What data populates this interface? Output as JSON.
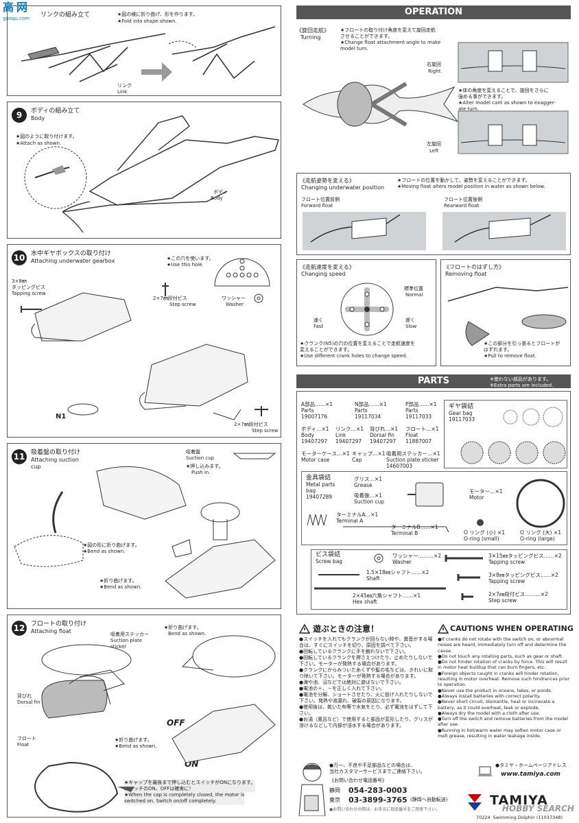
{
  "logo_top": {
    "line1": "高",
    "line2": "网",
    "site": "gaoqu.com"
  },
  "step8": {
    "title": "リンクの組み立て",
    "note_jp": "★図の様に折り曲げ、形を作ります。",
    "note_en": "★Fold into shape shown.",
    "label_link_jp": "リンク",
    "label_link_en": "Link"
  },
  "step9": {
    "num": "9",
    "title_jp": "ボディの組み立て",
    "title_en": "Body",
    "note_jp": "★図のように取り付けます。",
    "note_en": "★Attach as shown.",
    "label_jp": "ボディ",
    "label_en": "Body"
  },
  "step10": {
    "num": "10",
    "title_jp": "水中ギヤボックスの取り付け",
    "title_en": "Attaching underwater gearbox",
    "hole_jp": "★この穴を使います。",
    "hole_en": "★Use this hole.",
    "tap_jp": "3×8㎜\nタッピングビス",
    "tap_en": "Tapping screw",
    "step_jp": "2×7㎜段付ビス",
    "step_en": "Step screw",
    "washer_jp": "ワッシャー",
    "washer_en": "Washer",
    "n1": "N1",
    "step2_jp": "2×7㎜段付ビス",
    "step2_en": "Step screw"
  },
  "step11": {
    "num": "11",
    "title_jp": "吸着盤の取り付け",
    "title_en": "Attaching suction\ncup",
    "cup_jp": "吸着盤",
    "cup_en": "Suction cup",
    "push_jp": "★押し込みます。",
    "push_en": "Push in.",
    "bend_jp": "★図の形に折り曲げます。",
    "bend_en": "★Bend as shown.",
    "bend2_jp": "★折り曲げます。",
    "bend2_en": "★Bend as shown."
  },
  "step12": {
    "num": "12",
    "title_jp": "フロートの取り付け",
    "title_en": "Attaching float",
    "sticker_jp": "吸着用ステッカー",
    "sticker_en": "Suction plate\nsticker",
    "fin_jp": "背びれ",
    "fin_en": "Dorsal fin",
    "float_jp": "フロート",
    "float_en": "Float",
    "bend_jp": "★折り曲げます。",
    "bend_en": "Bend as shown.",
    "bend2_jp": "★折り曲げます。",
    "bend2_en": "★Bend as shown.",
    "off": "OFF",
    "on": "ON",
    "note_jp": "★キャップを最後まで押し込むとスイッチがONになります。\nスイッチのON、OFFは確実に！",
    "note_en": "★When the cap is completely closed, the motor is\nswitched on. Switch on/off completely."
  },
  "operation": {
    "header": "OPERATION",
    "turning_jp": "《旋回走航》",
    "turning_en": "Turning",
    "turning_note_jp": "★フロートの取り付け角度を変えて旋回走航\nさせることができます。",
    "turning_note_en": "★Change float attachment angle to make\nmodel turn.",
    "right_jp": "右旋回",
    "right_en": "Right",
    "left_jp": "左旋回",
    "left_en": "Left",
    "cant_jp": "★体の角度を変えることで、旋回をさらに\n強める事ができます。",
    "cant_en": "★Alter model cant as shown to exagger-\nate turn.",
    "pos_jp": "《走航姿勢を変える》",
    "pos_en": "Changing underwater position",
    "pos_note_jp": "★フロートの位置を動かして、姿勢を変えることができます。",
    "pos_note_en": "★Moving float alters model position in water as shown below.",
    "fwd_jp": "フロート位置前側",
    "fwd_en": "Forward float",
    "rear_jp": "フロート位置後側",
    "rear_en": "Rearward float",
    "speed_jp": "《走航速度を変える》",
    "speed_en": "Changing speed",
    "normal_jp": "標準位置",
    "normal_en": "Normal",
    "fast_jp": "速く",
    "fast_en": "Fast",
    "slow_jp": "遅く",
    "slow_en": "Slow",
    "speed_note_jp": "★クランク(N5)の穴の位置を変えることで走航速度を\n変えることができます。",
    "speed_note_en": "★Use different crank holes to change speed.",
    "remove_jp": "《フロートのはずし方》",
    "remove_en": "Removing float",
    "remove_note_jp": "★この部分を引っ張るとフロートが\nはずれます。",
    "remove_note_en": "★Pull to remove float."
  },
  "parts": {
    "header": "PARTS",
    "extra_jp": "※使わない部品があります。",
    "extra_en": "※Extra parts are included.",
    "a": {
      "jp": "A部品……×1",
      "en": "Parts",
      "no": "19007176"
    },
    "n": {
      "jp": "N部品……×1",
      "en": "Parts",
      "no": "19117034"
    },
    "p": {
      "jp": "P部品……×1",
      "en": "Parts",
      "no": "19117033"
    },
    "gear": {
      "jp": "ギヤ袋詰",
      "en": "Gear bag",
      "no": "19117033"
    },
    "body": {
      "jp": "ボディ…×1",
      "en": "Body",
      "no": "19407297"
    },
    "link": {
      "jp": "リンク…×1",
      "en": "Link",
      "no": "19407297"
    },
    "fin": {
      "jp": "背びれ…×1",
      "en": "Dorsal fin",
      "no": "19407297"
    },
    "float": {
      "jp": "フロート…×1",
      "en": "Float",
      "no": "11887007"
    },
    "case": {
      "jp": "モーターケース…×1",
      "en": "Motor case"
    },
    "cap": {
      "jp": "キャップ…×1",
      "en": "Cap"
    },
    "sticker": {
      "jp": "吸着用ステッカー…×1",
      "en": "Suction plate sticker",
      "no": "14607003"
    },
    "metal": {
      "jp": "金具袋詰",
      "en": "Metal parts\nbag",
      "no": "19407289"
    },
    "grease": {
      "jp": "グリス…×1",
      "en": "Grease"
    },
    "cup": {
      "jp": "吸着盤…×1",
      "en": "Suction cup"
    },
    "motor": {
      "jp": "モーター…×1",
      "en": "Motor"
    },
    "terma": {
      "jp": "ターミナルA…×1",
      "en": "Terminal A"
    },
    "termb": {
      "jp": "ターミナルB……×1",
      "en": "Terminal B"
    },
    "oring_s": {
      "jp": "O リング (小) ×1",
      "en": "O-ring (small)"
    },
    "oring_l": {
      "jp": "O リング (大) ×1",
      "en": "O-ring (large)"
    },
    "screwbag": {
      "jp": "ビス袋詰",
      "en": "Screw bag"
    },
    "washer": {
      "jp": "ワッシャー………×2",
      "en": "Washer"
    },
    "shaft": {
      "jp": "1.5×18㎜シャフト……×2",
      "en": "Shaft"
    },
    "hex": {
      "jp": "2×45㎜六角シャフト……×1",
      "en": "Hex shaft"
    },
    "tap15": {
      "jp": "3×15㎜タッピングビス……×2",
      "en": "Tapping screw"
    },
    "tap8": {
      "jp": "3×8㎜タッピングビス……×2",
      "en": "Tapping screw"
    },
    "step7": {
      "jp": "2×7㎜段付ビス………×2",
      "en": "Step screw"
    }
  },
  "caution_jp": {
    "title": "遊ぶときの注意！",
    "items": [
      "●スイッチを入れてもクランクが回らない時や、異音がする場合は、すぐにスイッチを切り、原因を調べて下さい。",
      "●回転しているクランクに手を触れないで下さい。",
      "●回転しているクランクを押さえつけたり、止めたりしないで下さい。モーターが発熱する場合があります。",
      "●クランクにからみついた糸くずや髪の毛などは、きれいに取り除いて下さい。モーターが発熱する場合があります。",
      "●海や池、沼などでは絶対に遊ばないで下さい。",
      "●電池の＋、－を正しく入れて下さい。",
      "●電池を分解、ショートさせたり、火に投げ入れたりしないで下さい。発熱や液漏れ、破裂の原因になります。",
      "●使用後は、乾いた布等で水気をとり、必ず電池をはずして下さい。",
      "●お湯（風呂など）で使用すると部品が変形したり、グリスが溶けるなどして内部が浸水する場合があります。"
    ]
  },
  "caution_en": {
    "title": "CAUTIONS WHEN OPERATING",
    "items": [
      "●If cranks do not rotate with the switch on, or abnormal noises are heard, immediately turn off and determine the cause.",
      "●Do not touch any rotating parts, such as gear or shaft.",
      "●Do not hinder rotation of cranks by force. This will result in motor heat buildup that can burn fingers, etc.",
      "●Foreign objects caught in cranks will hinder rotation, resulting in motor overheat. Remove such hindrances prior to operation.",
      "●Never use the product in oceans, lakes, or ponds.",
      "●Always install batteries with correct polarity.",
      "●Never short circuit, dismantle, heat or incinerate a battery, as it could overheat, leak or explode.",
      "●Always dry the model with a cloth after use.",
      "●Turn off the switch and remove batteries from the model after use.",
      "●Running in hot/warm water may soften motor case or melt grease, resulting in water leakage inside."
    ]
  },
  "footer": {
    "service_jp": "●万一、不良や不足部品などの場合は、\n当社カスタマーサービスまでご連絡下さい。",
    "inquiry": "《お問い合わせ電話番号》",
    "shizuoka": "静岡",
    "tel1": "054-283-0003",
    "tokyo": "東京",
    "tel2": "03-3899-3765",
    "tel2_note": "(静岡へ自動転送)",
    "disclaimer": "●お問い合わせの際は、お手元に部品番号をご用意下さい。",
    "home_jp": "●タミヤ・ホームページアドレス",
    "url": "www.tamiya.com",
    "brand": "TAMIYA",
    "watermark": "HOBBY SEARCH",
    "code": "70224  Swimming Dolphin (11037348)"
  }
}
